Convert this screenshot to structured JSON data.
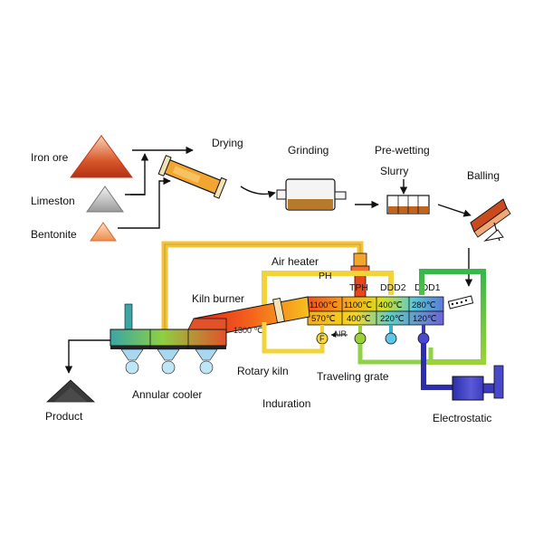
{
  "labels": {
    "iron_ore": "Iron ore",
    "limestone": "Limeston",
    "bentonite": "Bentonite",
    "drying": "Drying",
    "grinding": "Grinding",
    "prewetting": "Pre-wetting",
    "slurry": "Slurry",
    "balling": "Balling",
    "air_heater": "Air heater",
    "kiln_burner": "Kiln burner",
    "rotary_kiln": "Rotary kiln",
    "traveling_grate": "Traveling grate",
    "annular_cooler": "Annular cooler",
    "induration": "Induration",
    "product": "Product",
    "electrostatic": "Electrostatic"
  },
  "zones": {
    "ph": "PH",
    "tph": "TPH",
    "ddd2": "DDD2",
    "ddd1": "DDD1"
  },
  "temps": {
    "kiln": "1300 ℃",
    "top": [
      "1100℃",
      "1100℃",
      "400℃",
      "280℃"
    ],
    "bottom": [
      "570℃",
      "400℃",
      "220℃",
      "120℃"
    ]
  },
  "air_label": "AIR",
  "fan_glyph": "F"
}
